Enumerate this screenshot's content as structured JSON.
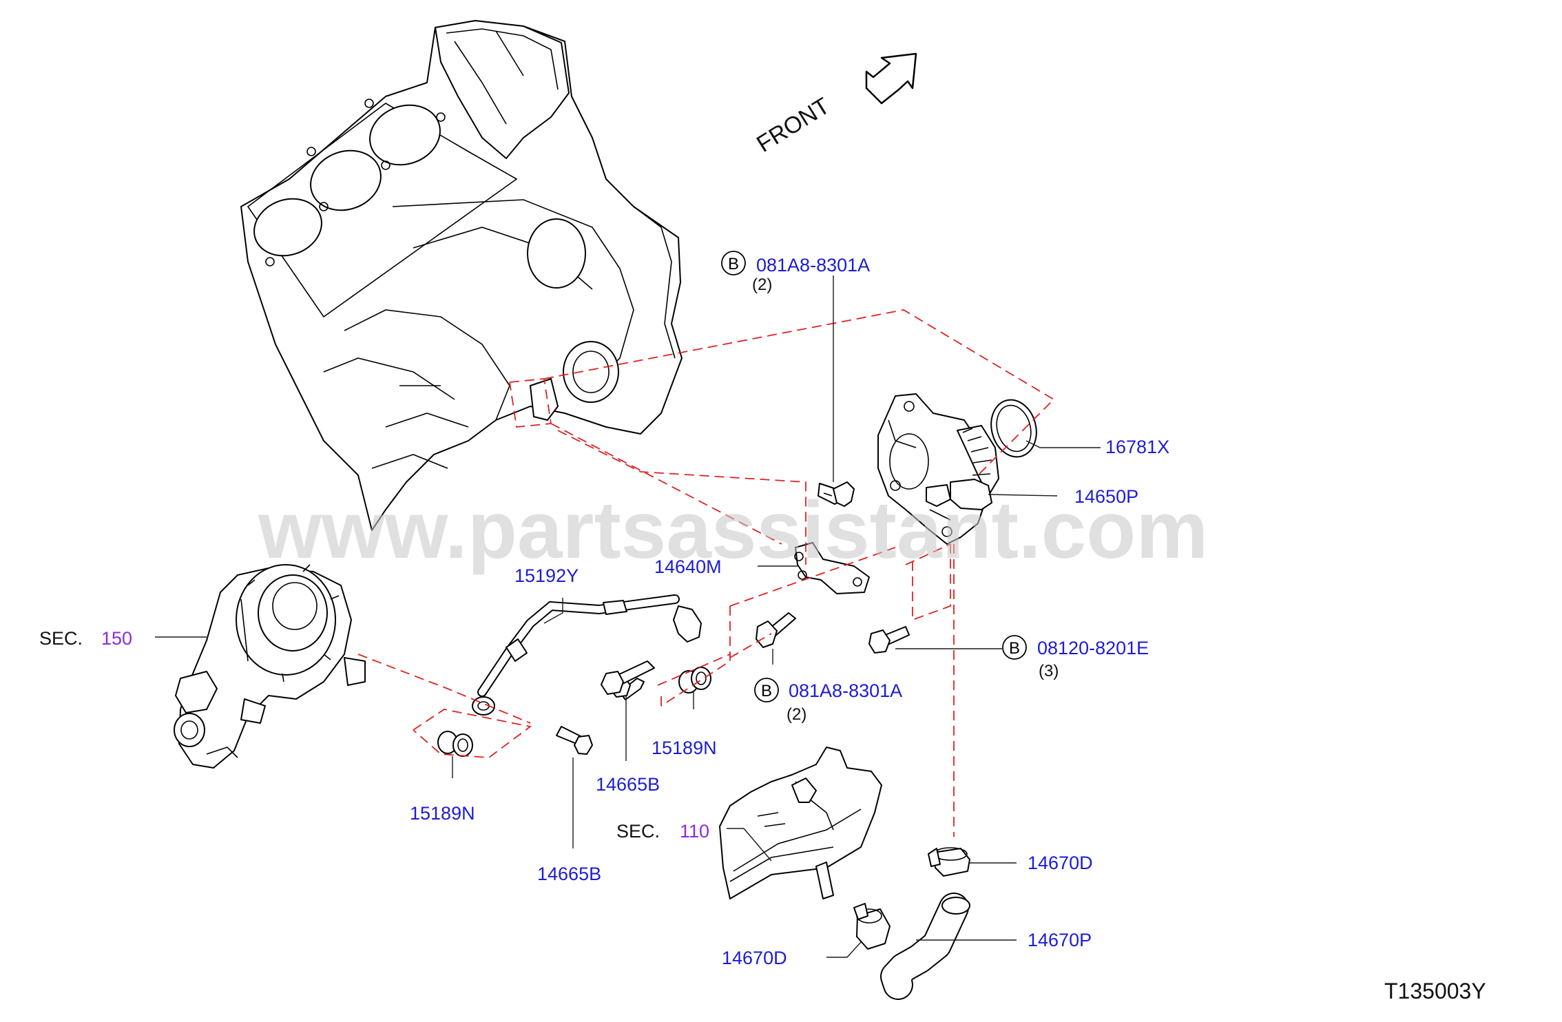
{
  "diagram": {
    "front_label": "FRONT",
    "watermark": "www.partsassistant.com",
    "drawing_code": "T135003Y",
    "bolt_marker": "B",
    "sections": [
      {
        "prefix": "SEC.",
        "number": "150"
      },
      {
        "prefix": "SEC.",
        "number": "110"
      }
    ],
    "callouts": [
      {
        "part_number": "081A8-8301A",
        "marker": "B",
        "qty": "(2)"
      },
      {
        "part_number": "16781X"
      },
      {
        "part_number": "14650P"
      },
      {
        "part_number": "14640M"
      },
      {
        "part_number": "15192Y"
      },
      {
        "part_number": "08120-8201E",
        "marker": "B",
        "qty": "(3)"
      },
      {
        "part_number": "081A8-8301A",
        "marker": "B",
        "qty": "(2)"
      },
      {
        "part_number": "15189N"
      },
      {
        "part_number": "14665B"
      },
      {
        "part_number": "15189N"
      },
      {
        "part_number": "14665B"
      },
      {
        "part_number": "14670D"
      },
      {
        "part_number": "14670P"
      },
      {
        "part_number": "14670D"
      }
    ]
  },
  "colors": {
    "part_number": "#1c1cd6",
    "section_number": "#8a2be2",
    "phantom_line": "#e02020",
    "line_art": "#000000",
    "watermark": "#c8c8c8"
  }
}
